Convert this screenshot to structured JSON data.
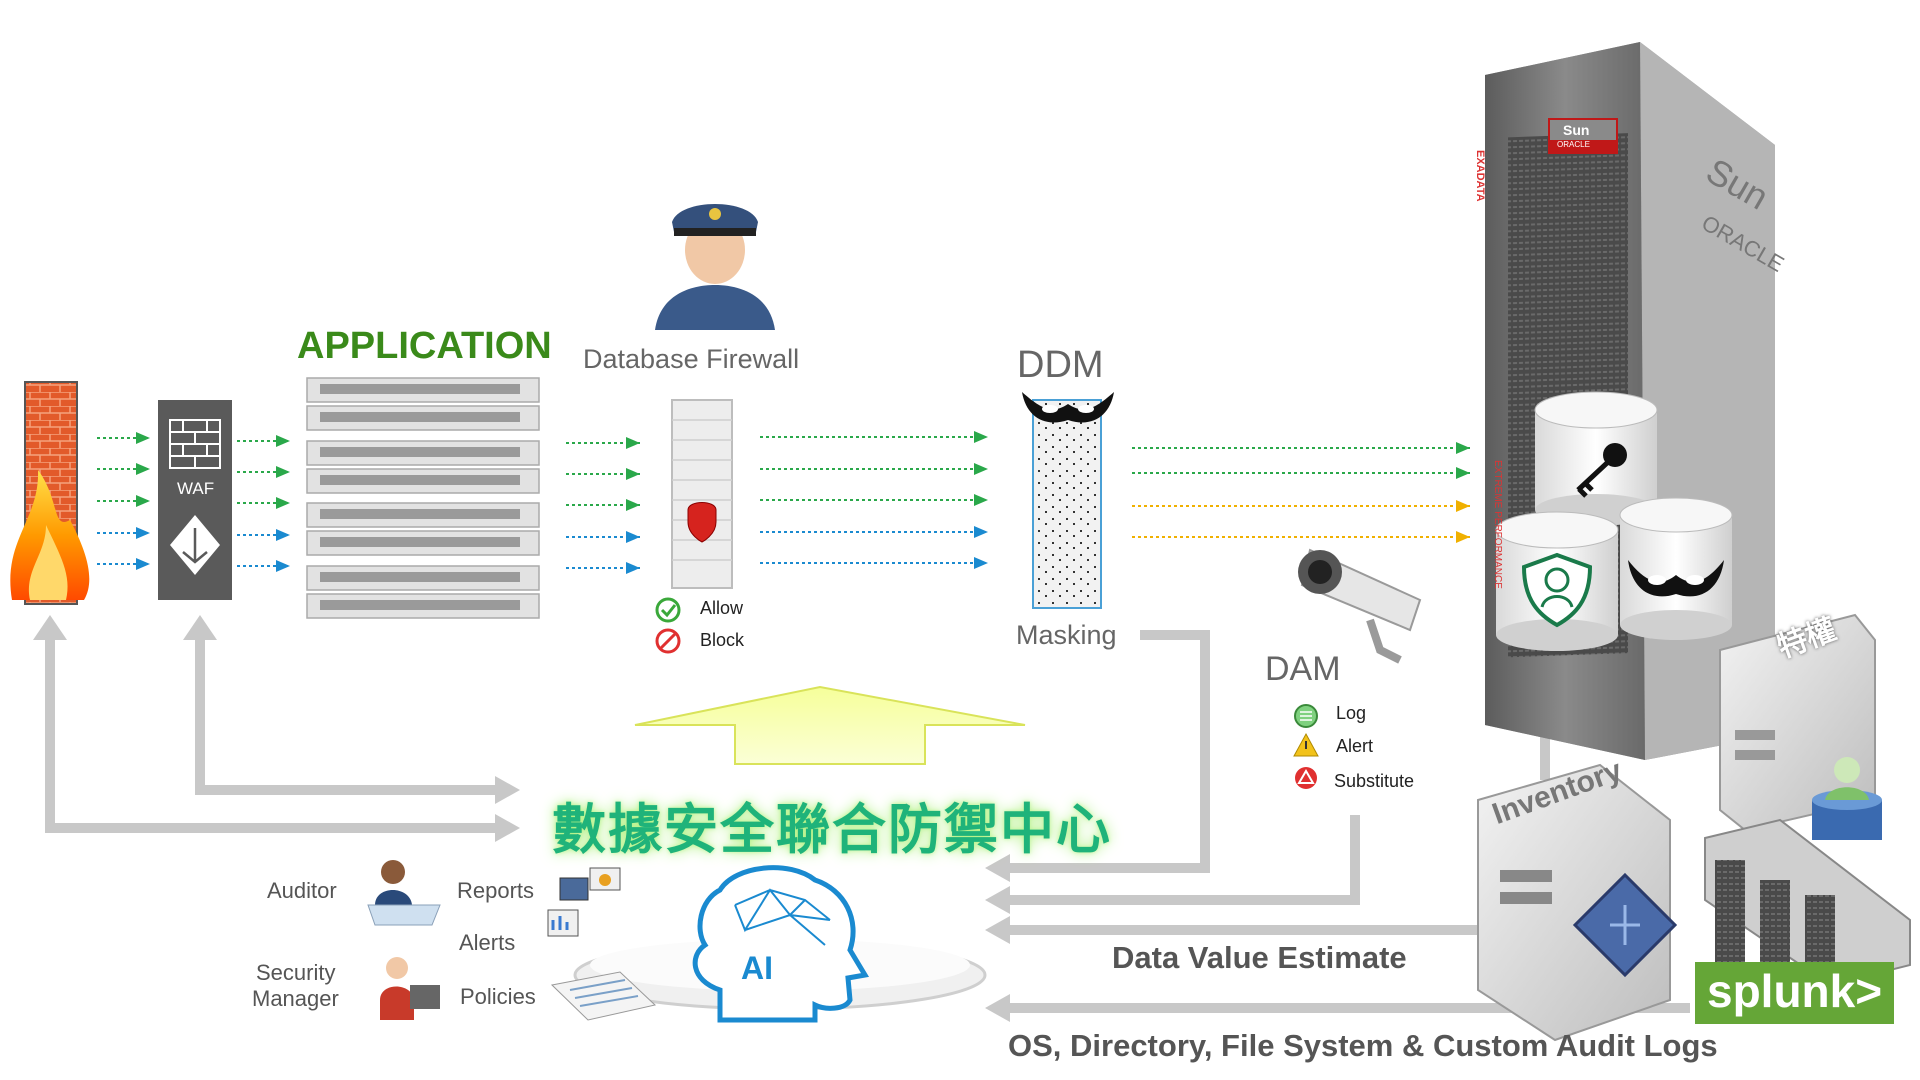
{
  "labels": {
    "application": "APPLICATION",
    "database_firewall": "Database Firewall",
    "ddm": "DDM",
    "masking": "Masking",
    "dam": "DAM",
    "waf": "WAF",
    "center_title": "數據安全聯合防禦中心",
    "data_value_estimate": "Data Value Estimate",
    "audit_logs": "OS, Directory, File System & Custom Audit Logs",
    "inventory": "Inventory",
    "privileged": "特權",
    "ai": "AI",
    "splunk": "splunk>",
    "sun_small": "Sun",
    "oracle_small": "ORACLE",
    "exadata": "EXADATA",
    "extreme_performance": "EXTREME PERFORMANCE",
    "sun_side": "Sun",
    "oracle_side": "ORACLE"
  },
  "firewall_legend": {
    "allow": "Allow",
    "block": "Block"
  },
  "dam_legend": {
    "log": "Log",
    "alert": "Alert",
    "substitute": "Substitute"
  },
  "roles": {
    "auditor": "Auditor",
    "security_manager_line1": "Security",
    "security_manager_line2": "Manager",
    "reports": "Reports",
    "alerts": "Alerts",
    "policies": "Policies"
  },
  "colors": {
    "app_green": "#3a8a1a",
    "flow_green": "#2aa84a",
    "flow_blue": "#1a8ad0",
    "flow_orange": "#f0b000",
    "center_text": "#1fb37a",
    "arrow_gray": "#c8c8c8",
    "splunk_green": "#65a637",
    "rack_gray": "#7d7d7d"
  }
}
